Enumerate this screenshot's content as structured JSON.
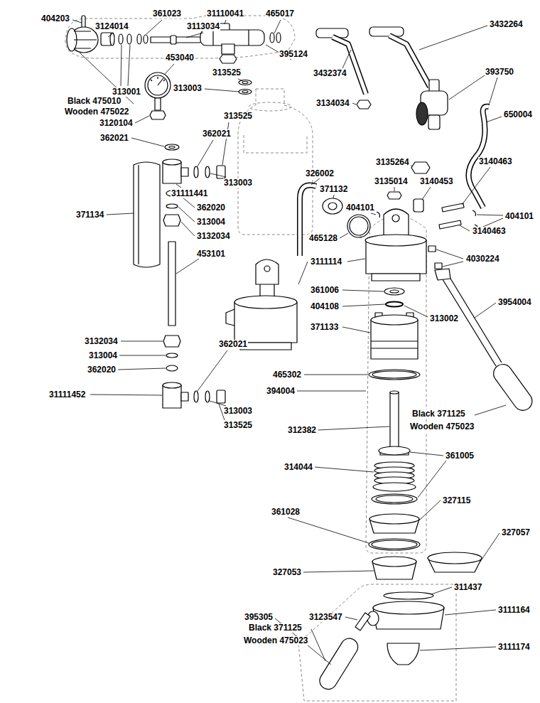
{
  "diagram": {
    "labels": [
      "404203",
      "3124014",
      "361023",
      "3113034",
      "31110041",
      "465017",
      "395124",
      "453040",
      "313525",
      "313001",
      "313003",
      "Black 475010",
      "Wooden 475022",
      "3432374",
      "3432264",
      "393750",
      "3134034",
      "650004",
      "3120104",
      "313525",
      "362021",
      "362021",
      "3135264",
      "3140463",
      "326002",
      "3135014",
      "3140453",
      "313003",
      "371132",
      "31111441",
      "404101",
      "362020",
      "371134",
      "404101",
      "313004",
      "3140463",
      "3132034",
      "465128",
      "453101",
      "4030224",
      "3111114",
      "361006",
      "3954004",
      "404108",
      "313002",
      "371133",
      "3132034",
      "362021",
      "313004",
      "362020",
      "465302",
      "394004",
      "31111452",
      "313003",
      "Black 371125",
      "313525",
      "Wooden 475023",
      "312382",
      "361005",
      "314044",
      "327115",
      "361028",
      "327057",
      "327053",
      "311437",
      "3111164",
      "395305",
      "3123547",
      "Black 371125",
      "Wooden 475023",
      "3111174"
    ]
  }
}
